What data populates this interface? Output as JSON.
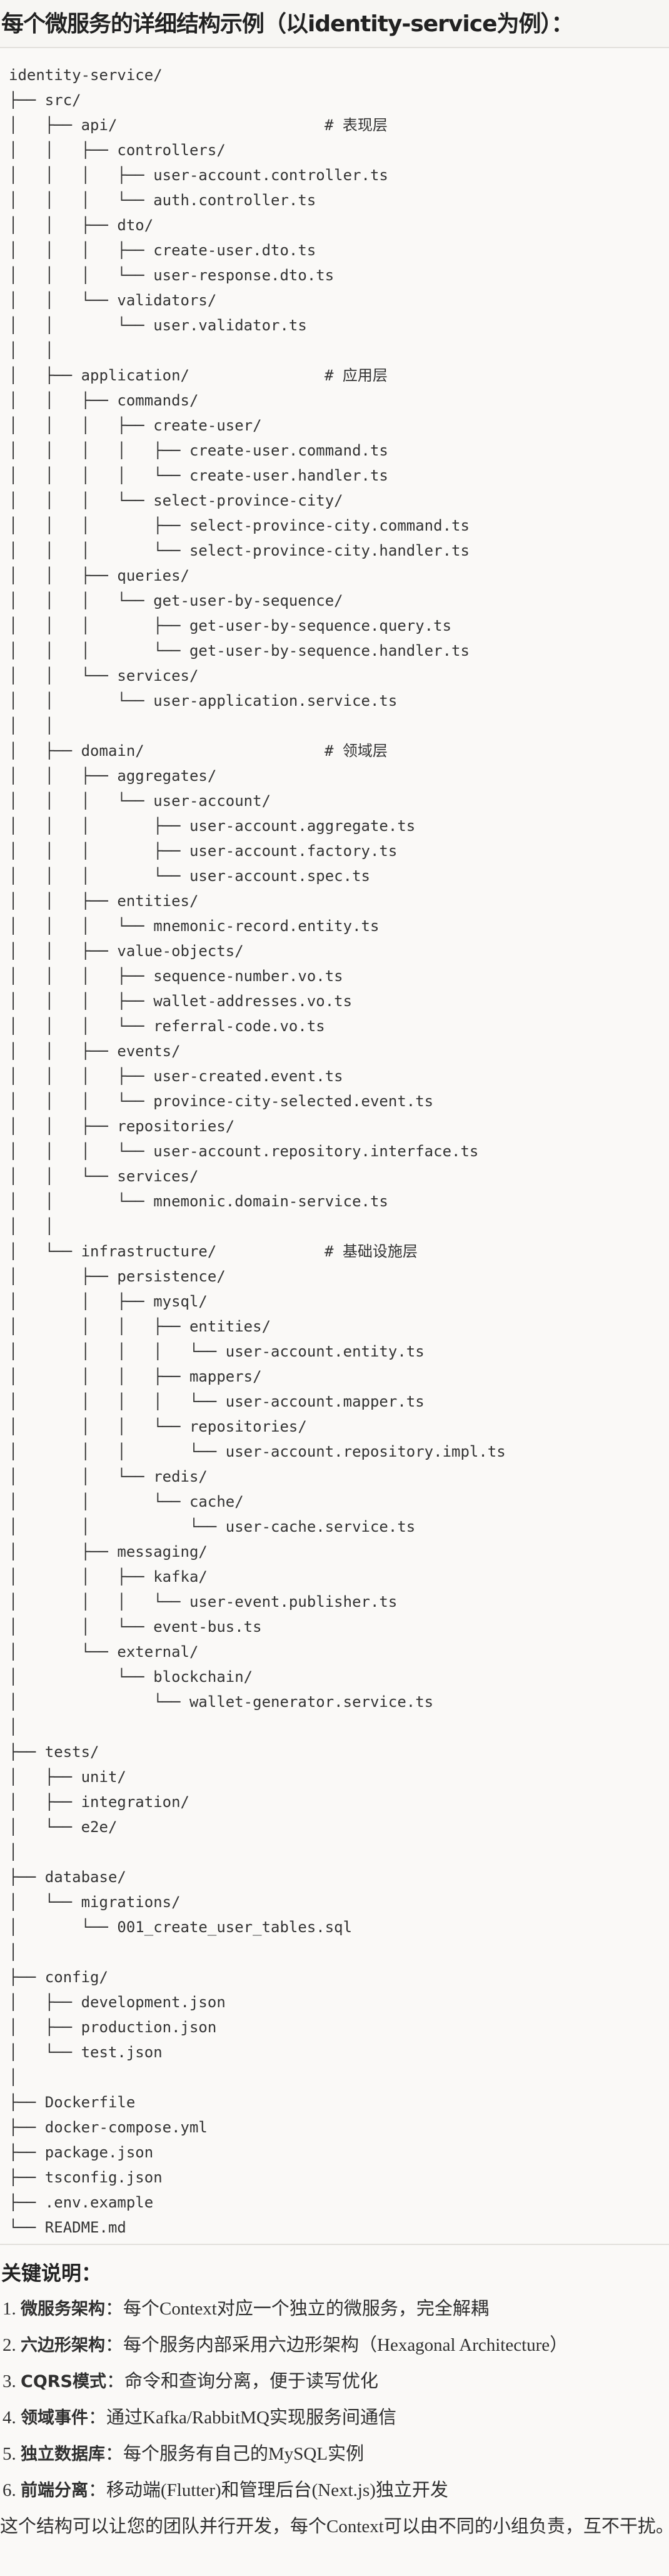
{
  "title": "每个微服务的详细结构示例（以identity-service为例）：",
  "tree": [
    {
      "t": "identity-service/"
    },
    {
      "t": "├── src/"
    },
    {
      "t": "│   ├── api/",
      "c": "# 表现层"
    },
    {
      "t": "│   │   ├── controllers/"
    },
    {
      "t": "│   │   │   ├── user-account.controller.ts"
    },
    {
      "t": "│   │   │   └── auth.controller.ts"
    },
    {
      "t": "│   │   ├── dto/"
    },
    {
      "t": "│   │   │   ├── create-user.dto.ts"
    },
    {
      "t": "│   │   │   └── user-response.dto.ts"
    },
    {
      "t": "│   │   └── validators/"
    },
    {
      "t": "│   │       └── user.validator.ts"
    },
    {
      "t": "│   │"
    },
    {
      "t": "│   ├── application/",
      "c": "# 应用层"
    },
    {
      "t": "│   │   ├── commands/"
    },
    {
      "t": "│   │   │   ├── create-user/"
    },
    {
      "t": "│   │   │   │   ├── create-user.command.ts"
    },
    {
      "t": "│   │   │   │   └── create-user.handler.ts"
    },
    {
      "t": "│   │   │   └── select-province-city/"
    },
    {
      "t": "│   │   │       ├── select-province-city.command.ts"
    },
    {
      "t": "│   │   │       └── select-province-city.handler.ts"
    },
    {
      "t": "│   │   ├── queries/"
    },
    {
      "t": "│   │   │   └── get-user-by-sequence/"
    },
    {
      "t": "│   │   │       ├── get-user-by-sequence.query.ts"
    },
    {
      "t": "│   │   │       └── get-user-by-sequence.handler.ts"
    },
    {
      "t": "│   │   └── services/"
    },
    {
      "t": "│   │       └── user-application.service.ts"
    },
    {
      "t": "│   │"
    },
    {
      "t": "│   ├── domain/",
      "c": "# 领域层"
    },
    {
      "t": "│   │   ├── aggregates/"
    },
    {
      "t": "│   │   │   └── user-account/"
    },
    {
      "t": "│   │   │       ├── user-account.aggregate.ts"
    },
    {
      "t": "│   │   │       ├── user-account.factory.ts"
    },
    {
      "t": "│   │   │       └── user-account.spec.ts"
    },
    {
      "t": "│   │   ├── entities/"
    },
    {
      "t": "│   │   │   └── mnemonic-record.entity.ts"
    },
    {
      "t": "│   │   ├── value-objects/"
    },
    {
      "t": "│   │   │   ├── sequence-number.vo.ts"
    },
    {
      "t": "│   │   │   ├── wallet-addresses.vo.ts"
    },
    {
      "t": "│   │   │   └── referral-code.vo.ts"
    },
    {
      "t": "│   │   ├── events/"
    },
    {
      "t": "│   │   │   ├── user-created.event.ts"
    },
    {
      "t": "│   │   │   └── province-city-selected.event.ts"
    },
    {
      "t": "│   │   ├── repositories/"
    },
    {
      "t": "│   │   │   └── user-account.repository.interface.ts"
    },
    {
      "t": "│   │   └── services/"
    },
    {
      "t": "│   │       └── mnemonic.domain-service.ts"
    },
    {
      "t": "│   │"
    },
    {
      "t": "│   └── infrastructure/",
      "c": "# 基础设施层"
    },
    {
      "t": "│       ├── persistence/"
    },
    {
      "t": "│       │   ├── mysql/"
    },
    {
      "t": "│       │   │   ├── entities/"
    },
    {
      "t": "│       │   │   │   └── user-account.entity.ts"
    },
    {
      "t": "│       │   │   ├── mappers/"
    },
    {
      "t": "│       │   │   │   └── user-account.mapper.ts"
    },
    {
      "t": "│       │   │   └── repositories/"
    },
    {
      "t": "│       │   │       └── user-account.repository.impl.ts"
    },
    {
      "t": "│       │   └── redis/"
    },
    {
      "t": "│       │       └── cache/"
    },
    {
      "t": "│       │           └── user-cache.service.ts"
    },
    {
      "t": "│       ├── messaging/"
    },
    {
      "t": "│       │   ├── kafka/"
    },
    {
      "t": "│       │   │   └── user-event.publisher.ts"
    },
    {
      "t": "│       │   └── event-bus.ts"
    },
    {
      "t": "│       └── external/"
    },
    {
      "t": "│           └── blockchain/"
    },
    {
      "t": "│               └── wallet-generator.service.ts"
    },
    {
      "t": "│"
    },
    {
      "t": "├── tests/"
    },
    {
      "t": "│   ├── unit/"
    },
    {
      "t": "│   ├── integration/"
    },
    {
      "t": "│   └── e2e/"
    },
    {
      "t": "│"
    },
    {
      "t": "├── database/"
    },
    {
      "t": "│   └── migrations/"
    },
    {
      "t": "│       └── 001_create_user_tables.sql"
    },
    {
      "t": "│"
    },
    {
      "t": "├── config/"
    },
    {
      "t": "│   ├── development.json"
    },
    {
      "t": "│   ├── production.json"
    },
    {
      "t": "│   └── test.json"
    },
    {
      "t": "│"
    },
    {
      "t": "├── Dockerfile"
    },
    {
      "t": "├── docker-compose.yml"
    },
    {
      "t": "├── package.json"
    },
    {
      "t": "├── tsconfig.json"
    },
    {
      "t": "├── .env.example"
    },
    {
      "t": "└── README.md"
    }
  ],
  "notes": {
    "heading": "关键说明：",
    "items": [
      {
        "num": "1.",
        "term": "微服务架构",
        "desc": "：每个Context对应一个独立的微服务，完全解耦"
      },
      {
        "num": "2.",
        "term": "六边形架构",
        "desc": "：每个服务内部采用六边形架构（Hexagonal Architecture）"
      },
      {
        "num": "3.",
        "term": "CQRS模式",
        "desc": "：命令和查询分离，便于读写优化"
      },
      {
        "num": "4.",
        "term": "领域事件",
        "desc": "：通过Kafka/RabbitMQ实现服务间通信"
      },
      {
        "num": "5.",
        "term": "独立数据库",
        "desc": "：每个服务有自己的MySQL实例"
      },
      {
        "num": "6.",
        "term": "前端分离",
        "desc": "：移动端(Flutter)和管理后台(Next.js)独立开发"
      }
    ],
    "summary": "这个结构可以让您的团队并行开发，每个Context可以由不同的小组负责，互不干扰。"
  }
}
